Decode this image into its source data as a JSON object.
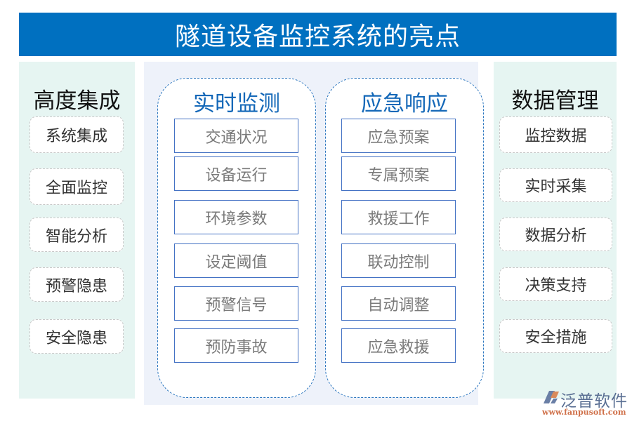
{
  "title": "隧道设备监控系统的亮点",
  "colors": {
    "title_bg": "#0070c0",
    "side_panel_bg": "#e6f5f2",
    "center_panel_bg": "#eef2fa",
    "column_title": "#1468b8",
    "box_border": "#4472c4"
  },
  "left_panel": {
    "title": "高度集成",
    "items": [
      "系统集成",
      "全面监控",
      "智能分析",
      "预警隐患",
      "安全隐患"
    ]
  },
  "center_panel": {
    "columns": [
      {
        "title": "实时监测",
        "items": [
          "交通状况",
          "设备运行",
          "环境参数",
          "设定阈值",
          "预警信号",
          "预防事故"
        ]
      },
      {
        "title": "应急响应",
        "items": [
          "应急预案",
          "专属预案",
          "救援工作",
          "联动控制",
          "自动调整",
          "应急救援"
        ]
      }
    ]
  },
  "right_panel": {
    "title": "数据管理",
    "items": [
      "监控数据",
      "实时采集",
      "数据分析",
      "决策支持",
      "安全措施"
    ]
  },
  "logo": {
    "name": "泛普软件",
    "url": "www.fanpusoft.com"
  }
}
